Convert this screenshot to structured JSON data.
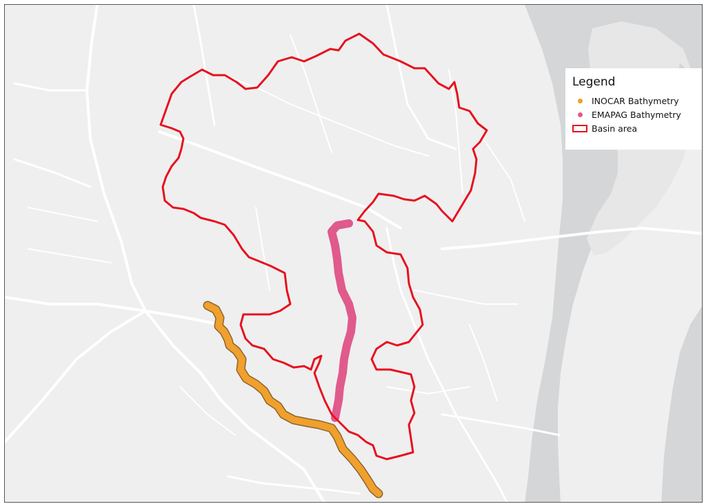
{
  "legend": {
    "title": "Legend",
    "items": [
      {
        "label": "INOCAR Bathymetry",
        "symbol": "point",
        "color": "#f0a02c"
      },
      {
        "label": "EMAPAG Bathymetry",
        "symbol": "point",
        "color": "#e05a8c"
      },
      {
        "label": "Basin area",
        "symbol": "polygon-outline",
        "color": "#e8101e"
      }
    ]
  },
  "colors": {
    "land": "#efefef",
    "water": "#d5d6d8",
    "roads": "#ffffff",
    "frame": "#555555"
  }
}
